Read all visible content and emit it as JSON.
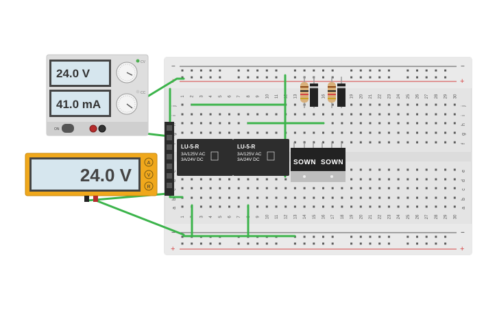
{
  "power_supply": {
    "voltage_display": "24.0 V",
    "current_display": "41.0 mA",
    "on_label": "ON",
    "cc_label": "CC",
    "cv_label": "CV"
  },
  "multimeter": {
    "reading": "24.0 V",
    "modes": [
      "A",
      "V",
      "R"
    ],
    "selected_mode": "V"
  },
  "breadboard": {
    "row_labels_top": [
      "j",
      "i",
      "h",
      "g",
      "f"
    ],
    "row_labels_bottom": [
      "e",
      "d",
      "c",
      "b",
      "a"
    ],
    "column_numbers": [
      "1",
      "2",
      "3",
      "4",
      "5",
      "6",
      "7",
      "8",
      "9",
      "10",
      "11",
      "12",
      "13",
      "14",
      "15",
      "16",
      "17",
      "18",
      "19",
      "20",
      "21",
      "22",
      "23",
      "24",
      "25",
      "26",
      "27",
      "28",
      "29",
      "30"
    ],
    "rail_minus": "−",
    "rail_plus": "+"
  },
  "relays": [
    {
      "model": "LU-5-R",
      "rating1": "3A/125V AC",
      "rating2": "3A/24V  DC"
    },
    {
      "model": "LU-5-R",
      "rating1": "3A/125V AC",
      "rating2": "3A/24V  DC"
    }
  ],
  "switches": [
    {
      "label": "SOWN"
    },
    {
      "label": "SOWN"
    }
  ],
  "colors": {
    "wire": "#3cb44b",
    "rail_red": "#d64545",
    "meter_body": "#f0a81c",
    "relay_body": "#2d2d2d"
  }
}
